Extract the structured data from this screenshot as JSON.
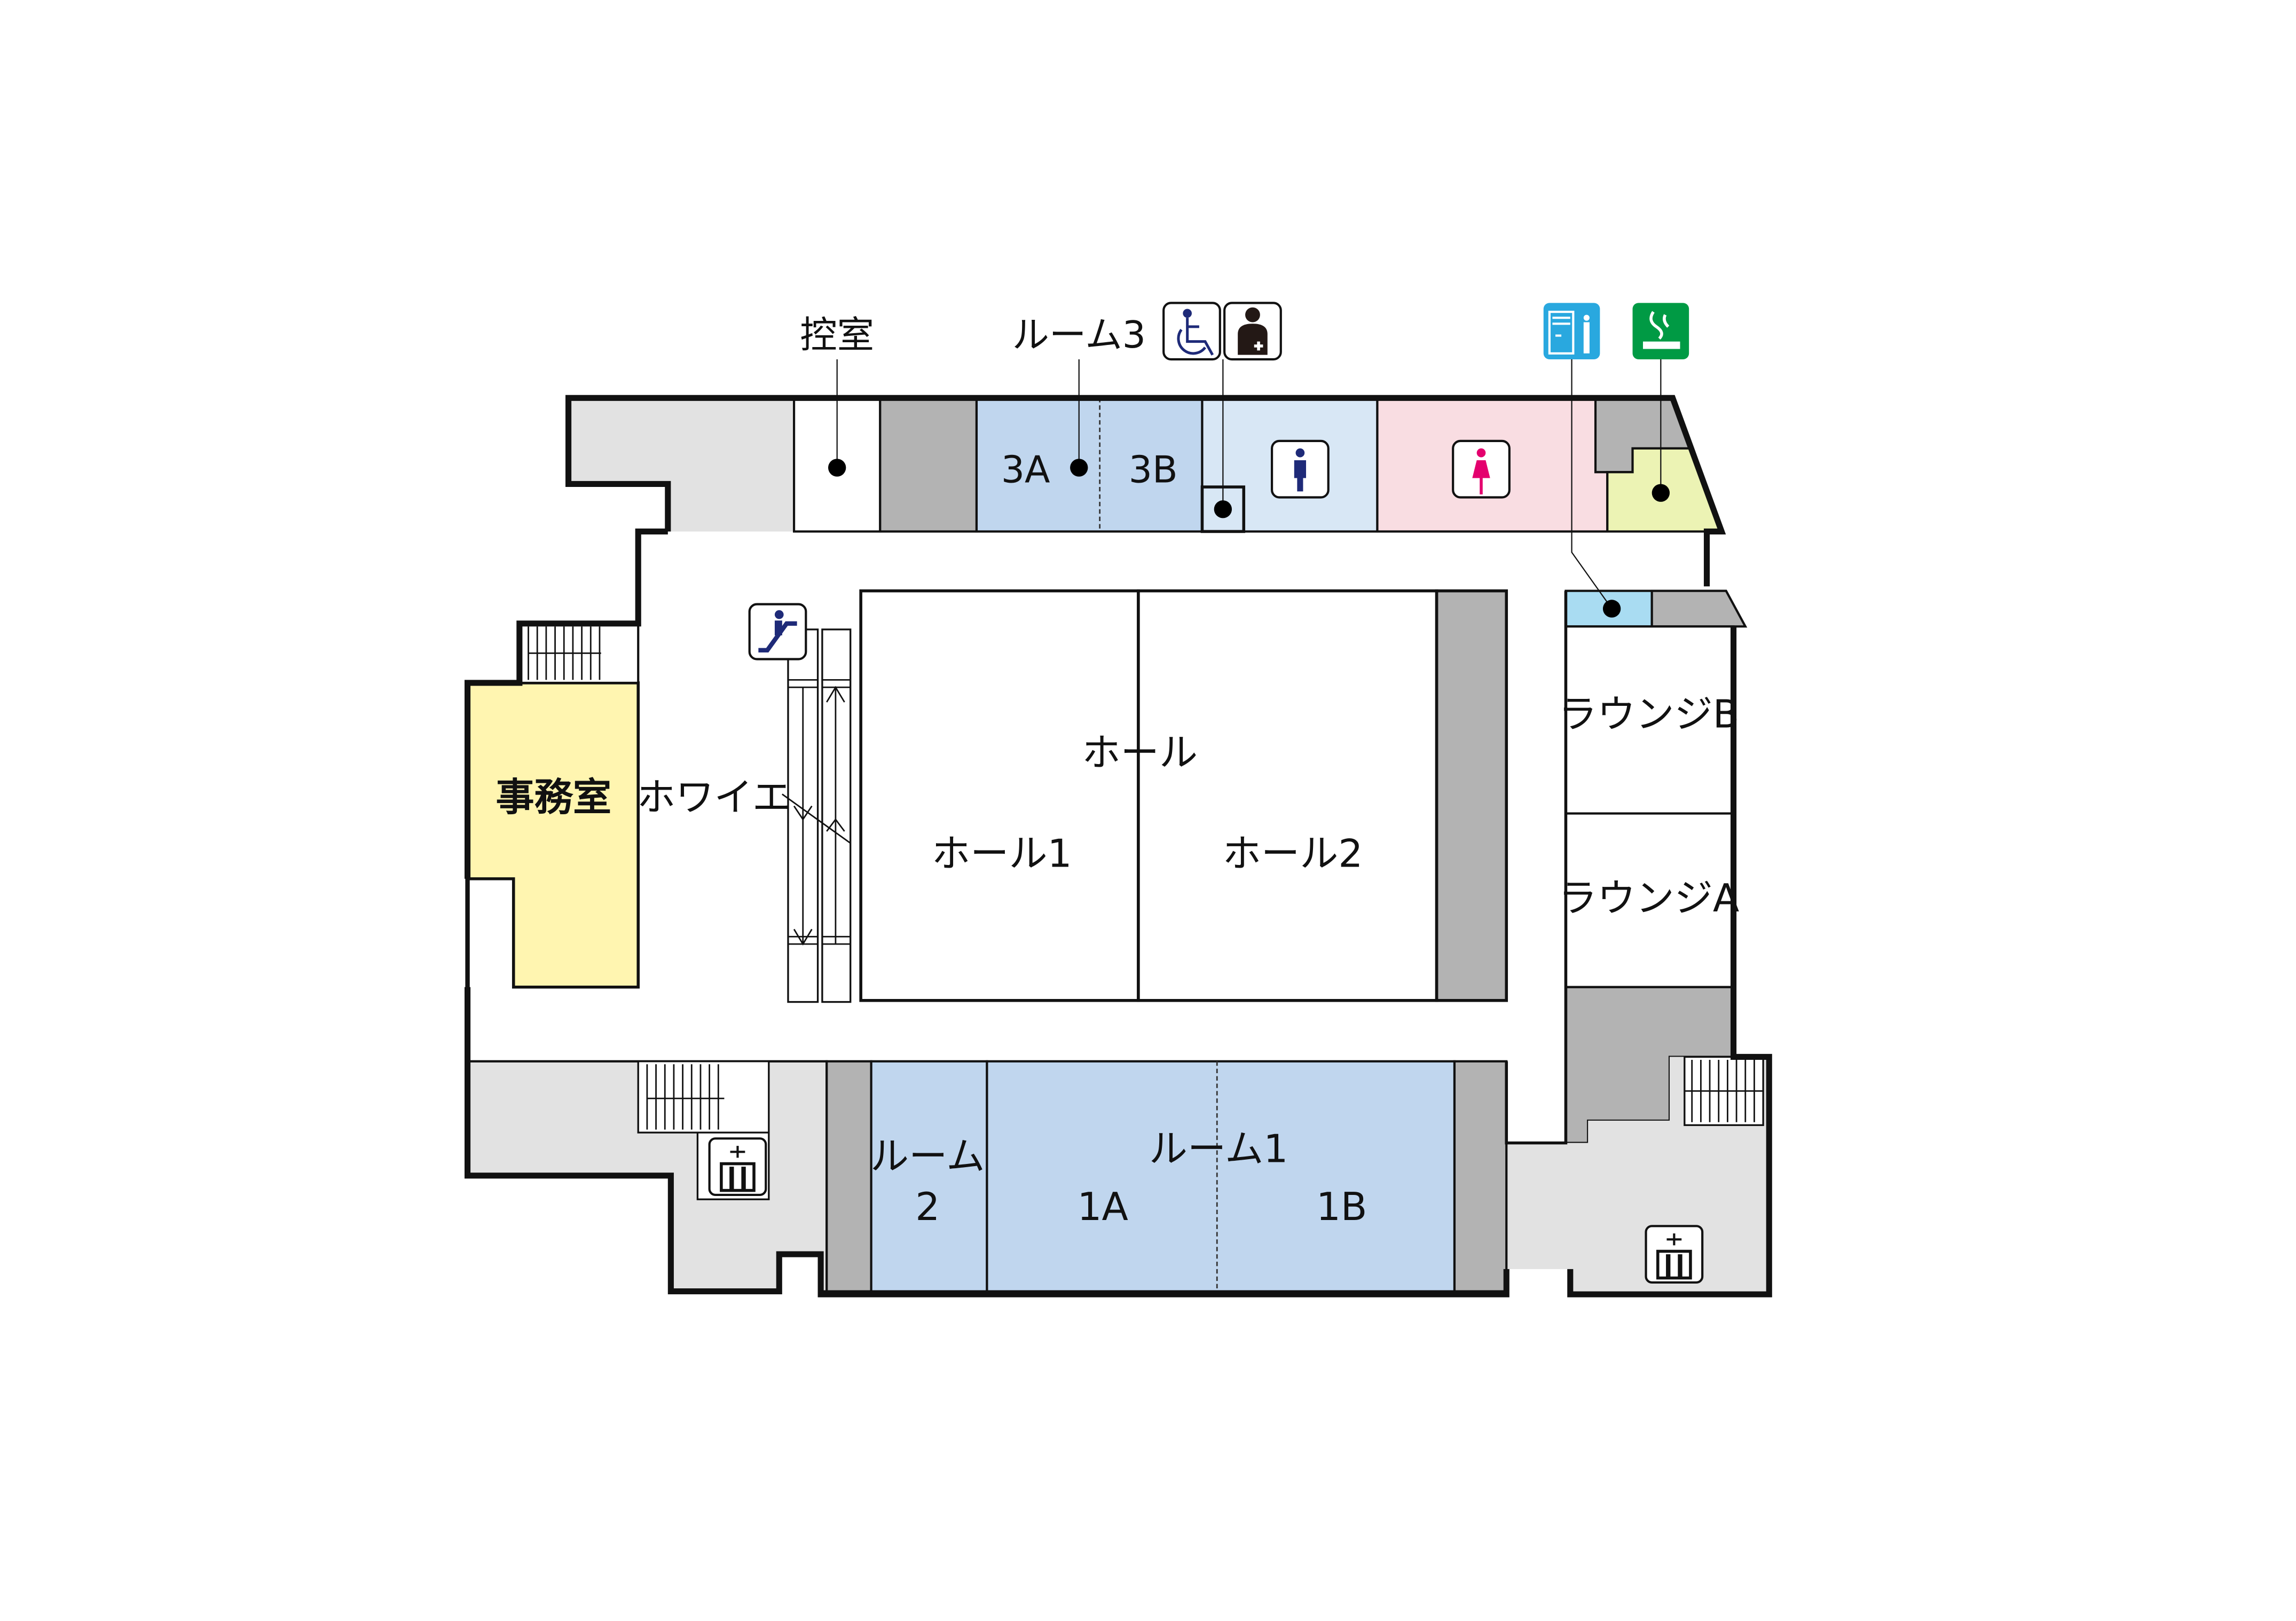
{
  "title": "Floor map",
  "colors": {
    "hall_room": "#c0d6ee",
    "men_toilet": "#d8e7f5",
    "women_toilet": "#f9dde2",
    "office": "#fff5b0",
    "smoking": "#ecf3b4",
    "service": "#b3b3b3",
    "common": "#e2e2e2",
    "vending_room": "#a9dcf2",
    "icon_blue": "#1e2a78",
    "icon_pink": "#e4006e",
    "vending_icon_bg": "#29a8df",
    "smoking_icon_bg": "#009a44"
  },
  "rooms": {
    "waiting_room": "控室",
    "room3": "ルーム3",
    "room3a": "3A",
    "room3b": "3B",
    "foyer": "ホワイエ",
    "office": "事務室",
    "hall": "ホール",
    "hall1": "ホール1",
    "hall2": "ホール2",
    "lounge_b": "ラウンジB",
    "lounge_a": "ラウンジA",
    "room2_line1": "ルーム",
    "room2_line2": "2",
    "room1": "ルーム1",
    "room1a": "1A",
    "room1b": "1B"
  },
  "icons": [
    "wheelchair-icon",
    "first-aid-icon",
    "vending-machine-icon",
    "smoking-area-icon",
    "mens-toilet-icon",
    "womens-toilet-icon",
    "escalator-icon",
    "elevator-icon"
  ]
}
